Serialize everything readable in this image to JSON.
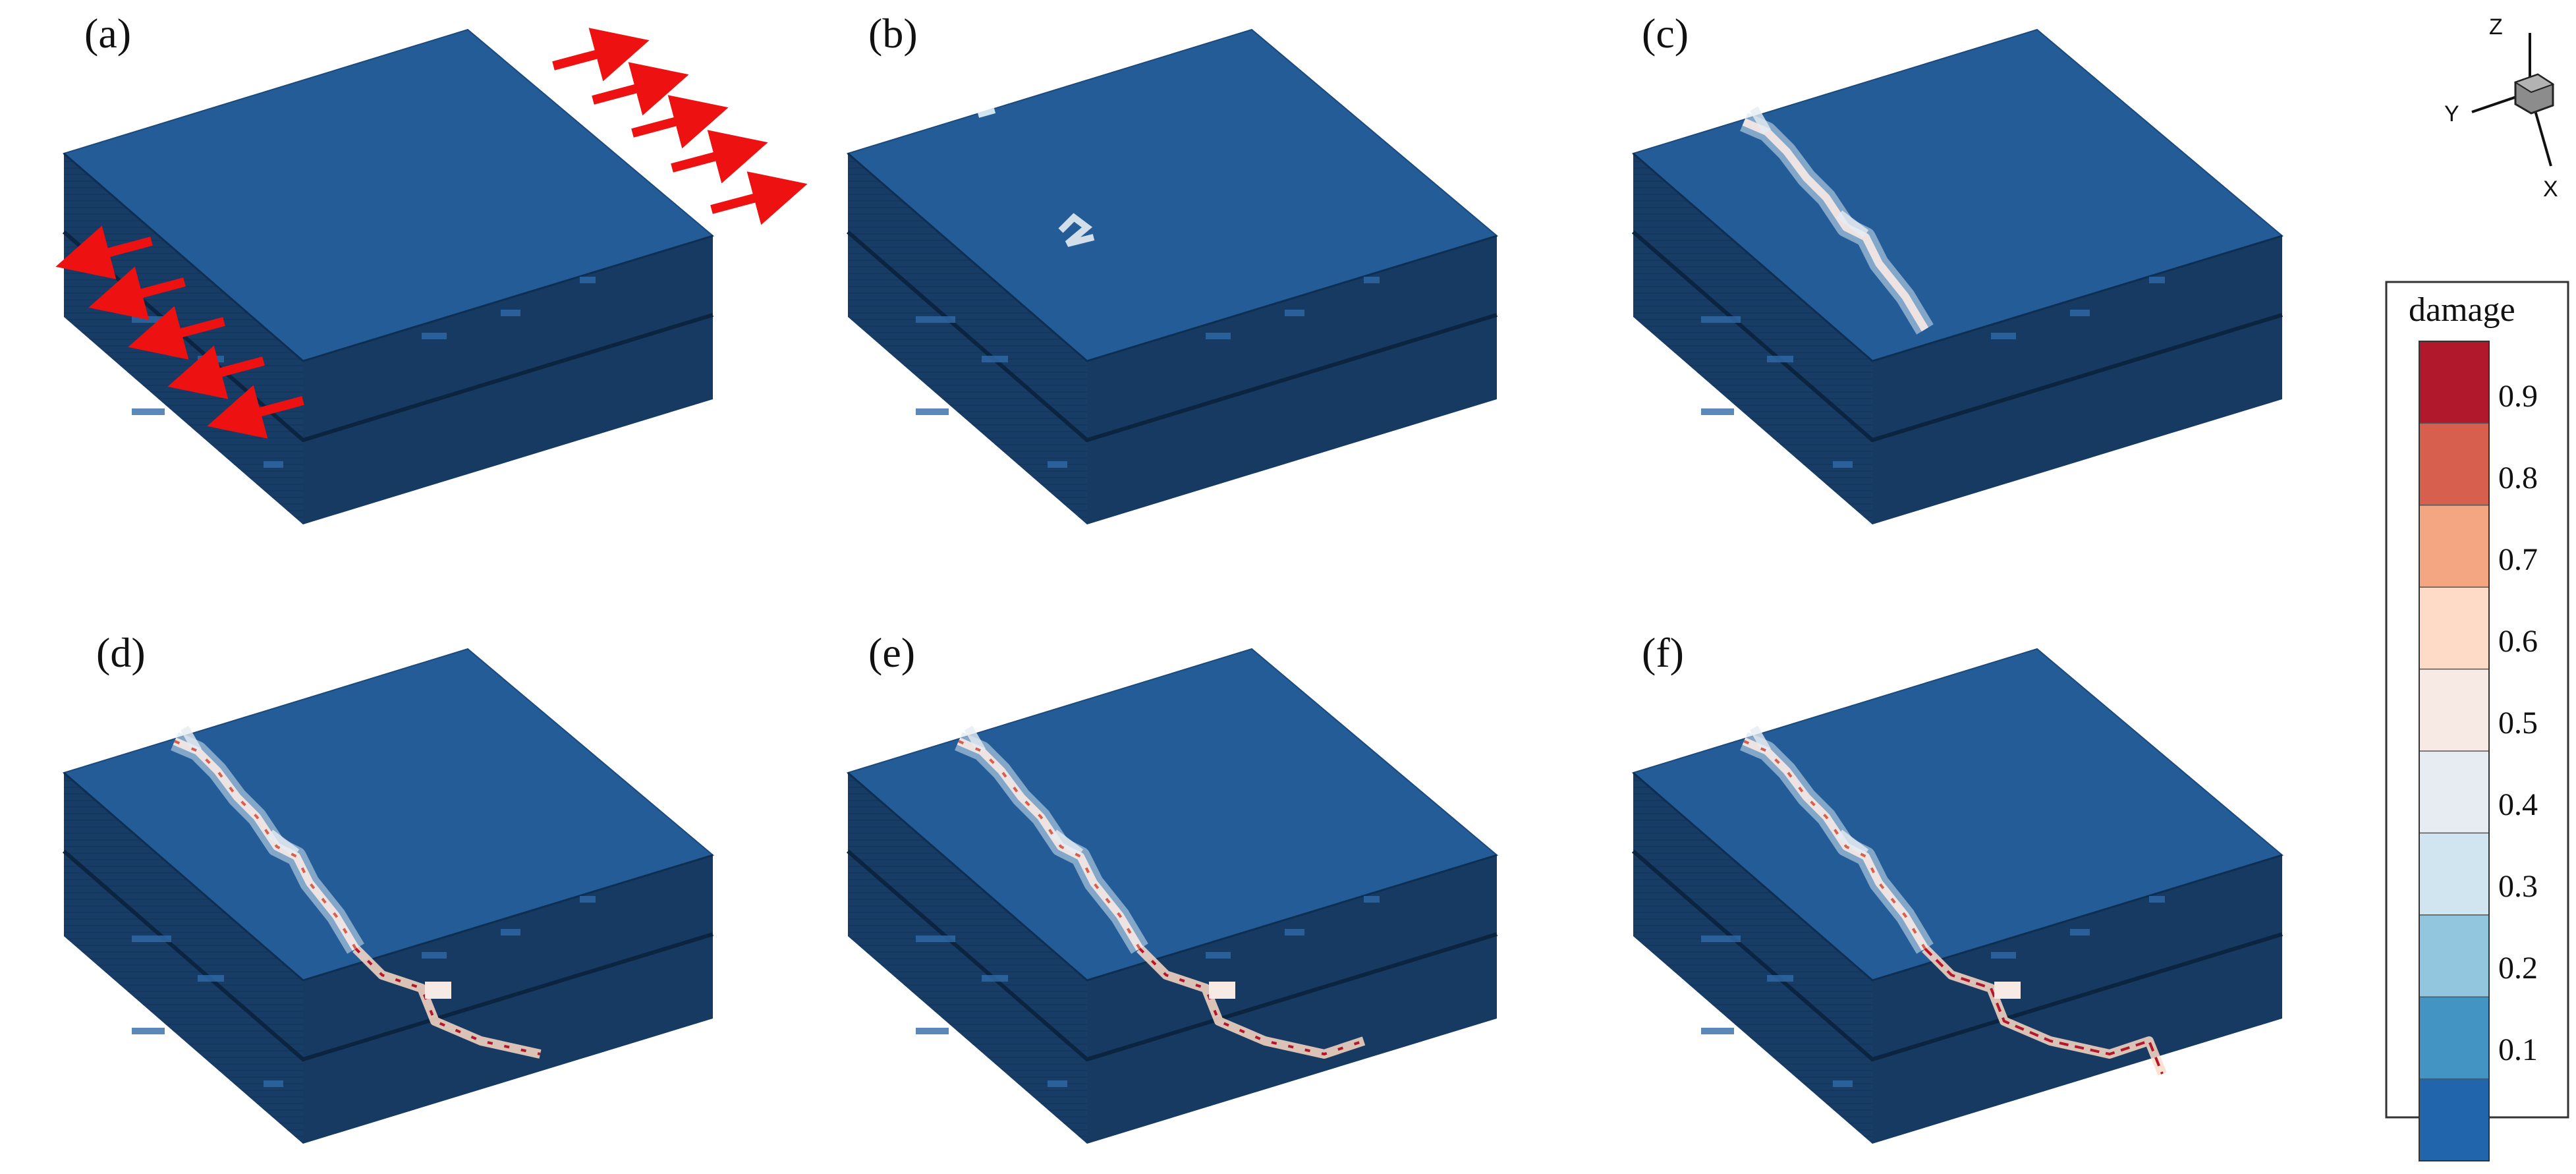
{
  "panels": [
    {
      "label": "(a)",
      "stage": 0,
      "show_load_arrows": true
    },
    {
      "label": "(b)",
      "stage": 1,
      "show_load_arrows": false
    },
    {
      "label": "(c)",
      "stage": 2,
      "show_load_arrows": false
    },
    {
      "label": "(d)",
      "stage": 3,
      "show_load_arrows": false
    },
    {
      "label": "(e)",
      "stage": 4,
      "show_load_arrows": false
    },
    {
      "label": "(f)",
      "stage": 5,
      "show_load_arrows": false
    }
  ],
  "axis_triad": {
    "z": "Z",
    "y": "Y",
    "x": "X"
  },
  "legend": {
    "title": "damage",
    "ticks": [
      "0.9",
      "0.8",
      "0.7",
      "0.6",
      "0.5",
      "0.4",
      "0.3",
      "0.2",
      "0.1"
    ],
    "bands": [
      "#b2182b",
      "#d6604d",
      "#f4a582",
      "#fddbc7",
      "#f7eae4",
      "#e6ecf2",
      "#d1e5f0",
      "#92c5de",
      "#4393c3",
      "#2166ac"
    ]
  },
  "colors": {
    "top_face": "#245c97",
    "front_face": "#173d66",
    "side_face": "#163a61",
    "load_arrow": "#ee1111"
  }
}
